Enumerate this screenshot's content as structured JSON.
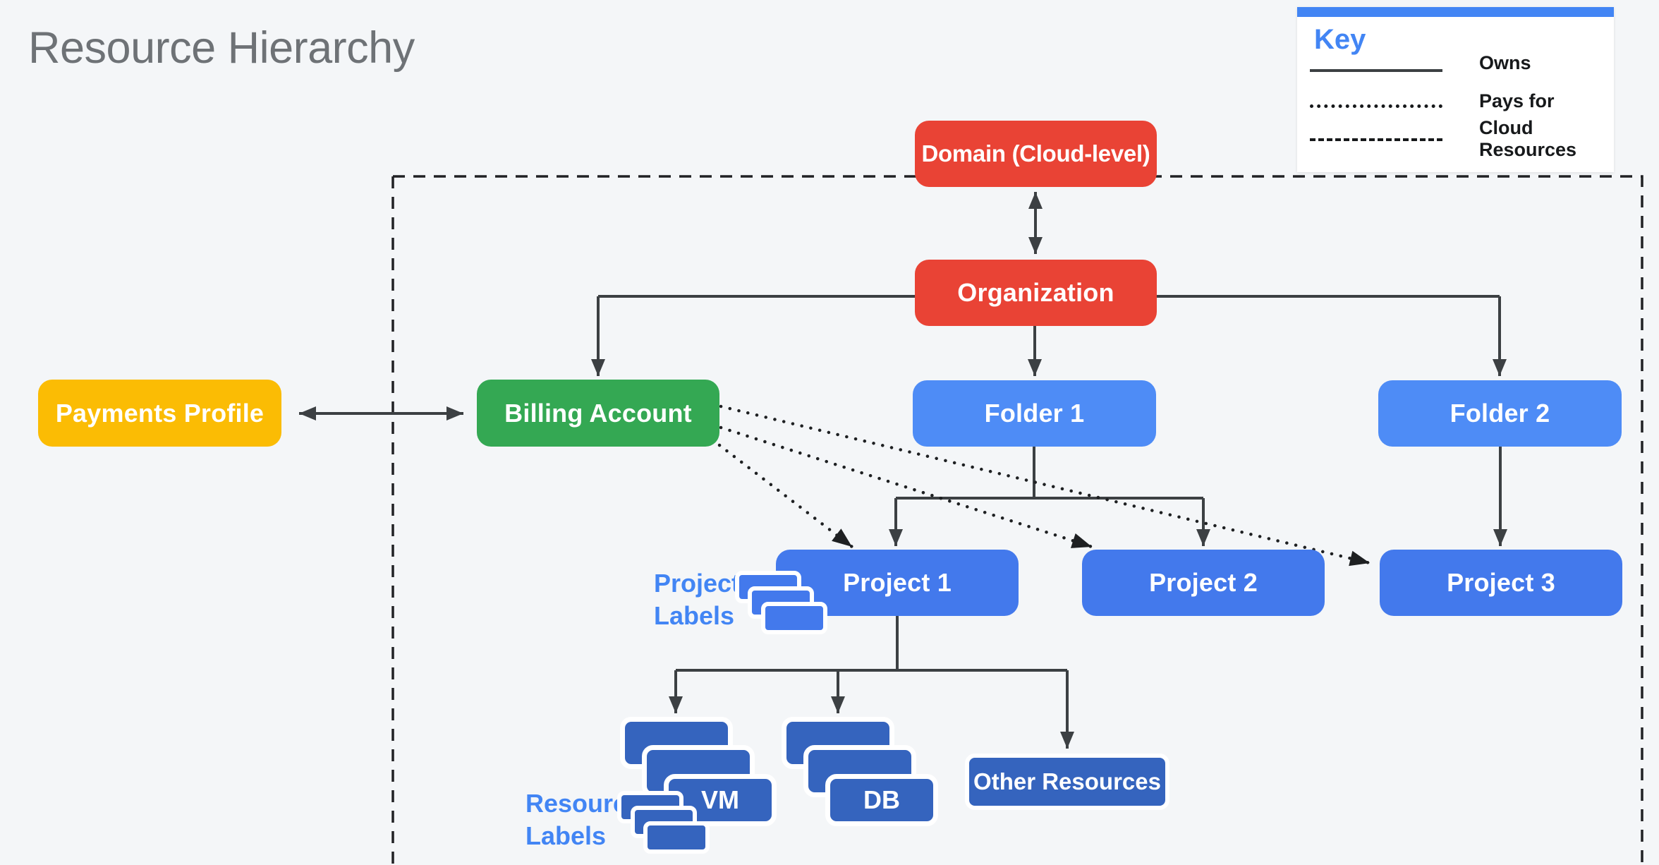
{
  "title": "Resource Hierarchy",
  "legend": {
    "title": "Key",
    "items": [
      {
        "line_style": "solid",
        "label": "Owns"
      },
      {
        "line_style": "dotted",
        "label": "Pays for"
      },
      {
        "line_style": "dashed",
        "label": "Cloud Resources"
      }
    ]
  },
  "nodes": {
    "domain": {
      "label": "Domain (Cloud-level)",
      "color": "#E94335"
    },
    "organization": {
      "label": "Organization",
      "color": "#E94335"
    },
    "payments_profile": {
      "label": "Payments Profile",
      "color": "#FBBC04"
    },
    "billing_account": {
      "label": "Billing Account",
      "color": "#34A853"
    },
    "folder1": {
      "label": "Folder 1",
      "color": "#4E8CF6"
    },
    "folder2": {
      "label": "Folder 2",
      "color": "#4E8CF6"
    },
    "project1": {
      "label": "Project 1",
      "color": "#4379EC"
    },
    "project2": {
      "label": "Project 2",
      "color": "#4379EC"
    },
    "project3": {
      "label": "Project 3",
      "color": "#4379EC"
    },
    "vm": {
      "label": "VM",
      "color": "#3564BE"
    },
    "db": {
      "label": "DB",
      "color": "#3564BE"
    },
    "other_resources": {
      "label": "Other Resources",
      "color": "#3564BE"
    }
  },
  "annotations": {
    "project_labels": "Project Labels",
    "resource_labels": "Resource Labels"
  },
  "colors": {
    "background": "#F4F6F8",
    "title_gray": "#6E7276",
    "accent_blue": "#4285F4",
    "connector_gray": "#3C4043",
    "boundary_black": "#202124",
    "white": "#FFFFFF"
  }
}
